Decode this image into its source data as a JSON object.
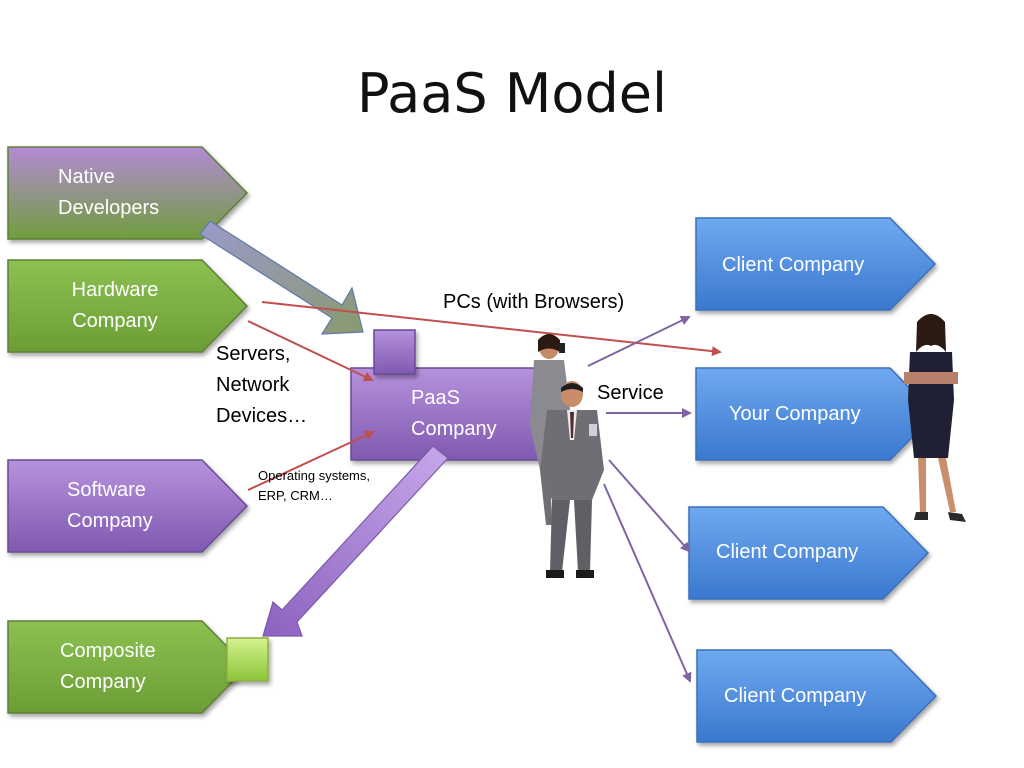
{
  "slide": {
    "title": "PaaS Model"
  },
  "left_boxes": {
    "native": {
      "line1": "Native",
      "line2": "Developers"
    },
    "hardware": {
      "line1": "Hardware",
      "line2": "Company"
    },
    "software": {
      "line1": "Software",
      "line2": "Company"
    },
    "composite": {
      "line1": "Composite",
      "line2": "Company"
    }
  },
  "center": {
    "paas_line1": "PaaS",
    "paas_line2": "Company"
  },
  "right_boxes": {
    "client1": "Client Company",
    "yours": "Your Company",
    "client2": "Client Company",
    "client3": "Client Company"
  },
  "labels": {
    "servers_line1": "Servers,",
    "servers_line2": "Network",
    "servers_line3": "Devices…",
    "os_line1": "Operating systems,",
    "os_line2": "ERP, CRM…",
    "pcs": "PCs (with Browsers)",
    "service": "Service"
  },
  "colors": {
    "green": "#7fb142",
    "purple": "#9a6fc4",
    "blue": "#4f8fde",
    "red_arrow": "#c0504d",
    "purple_arrow": "#8064a2"
  }
}
